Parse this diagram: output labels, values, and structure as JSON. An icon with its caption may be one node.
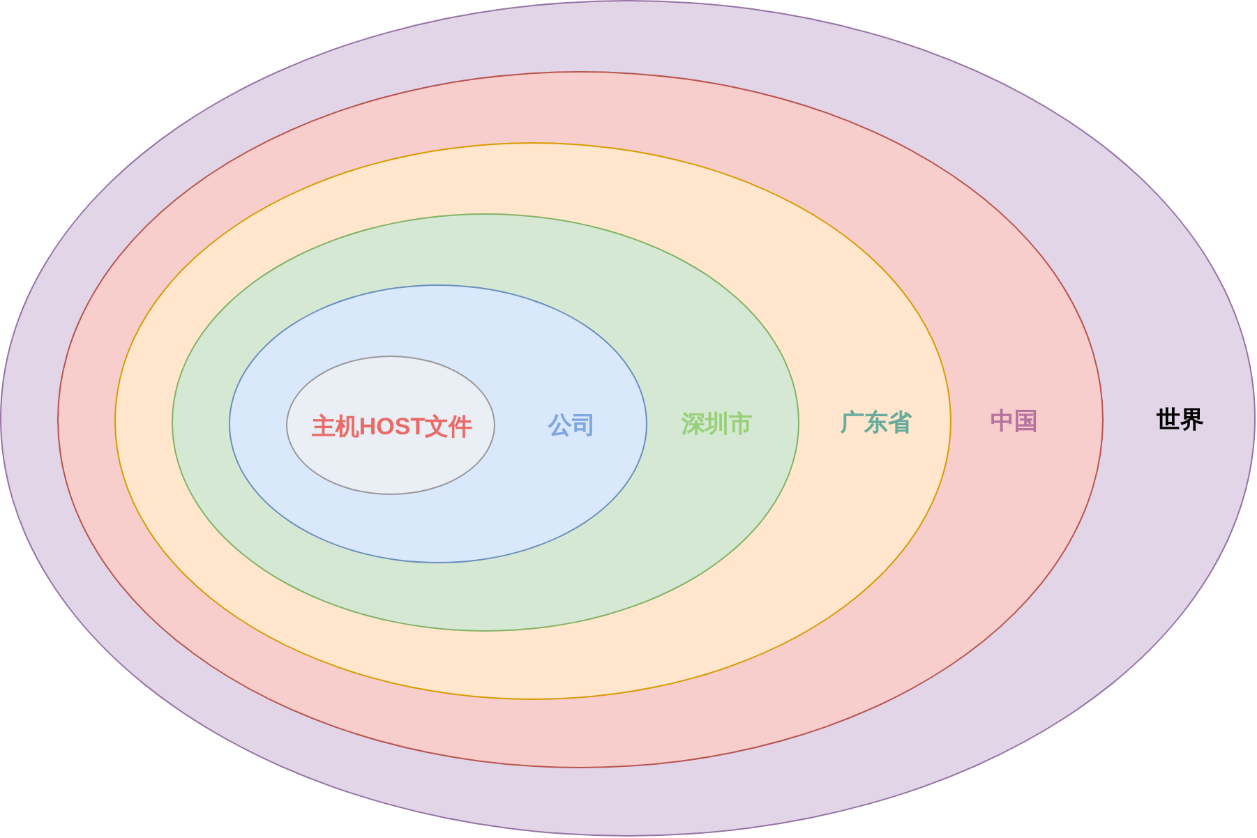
{
  "diagram": {
    "nodes": [
      {
        "text": [
          "世界"
        ]
      },
      {
        "text": [
          "中国"
        ],
        "in": 0
      },
      {
        "text": [
          "广东省"
        ],
        "in": 1
      },
      {
        "text": [
          "深圳市"
        ],
        "in": 2
      },
      {
        "text": [
          "公司"
        ],
        "in": 3
      },
      {
        "text": [
          "主机HOST文件"
        ],
        "in": 4
      }
    ]
  }
}
